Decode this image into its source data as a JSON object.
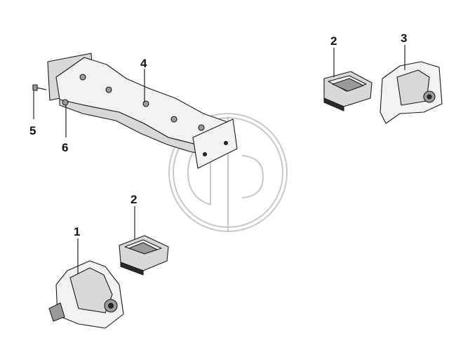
{
  "callouts": {
    "c1": "1",
    "c2a": "2",
    "c2b": "2",
    "c3": "3",
    "c4": "4",
    "c5": "5",
    "c6": "6"
  },
  "watermark": "logo"
}
